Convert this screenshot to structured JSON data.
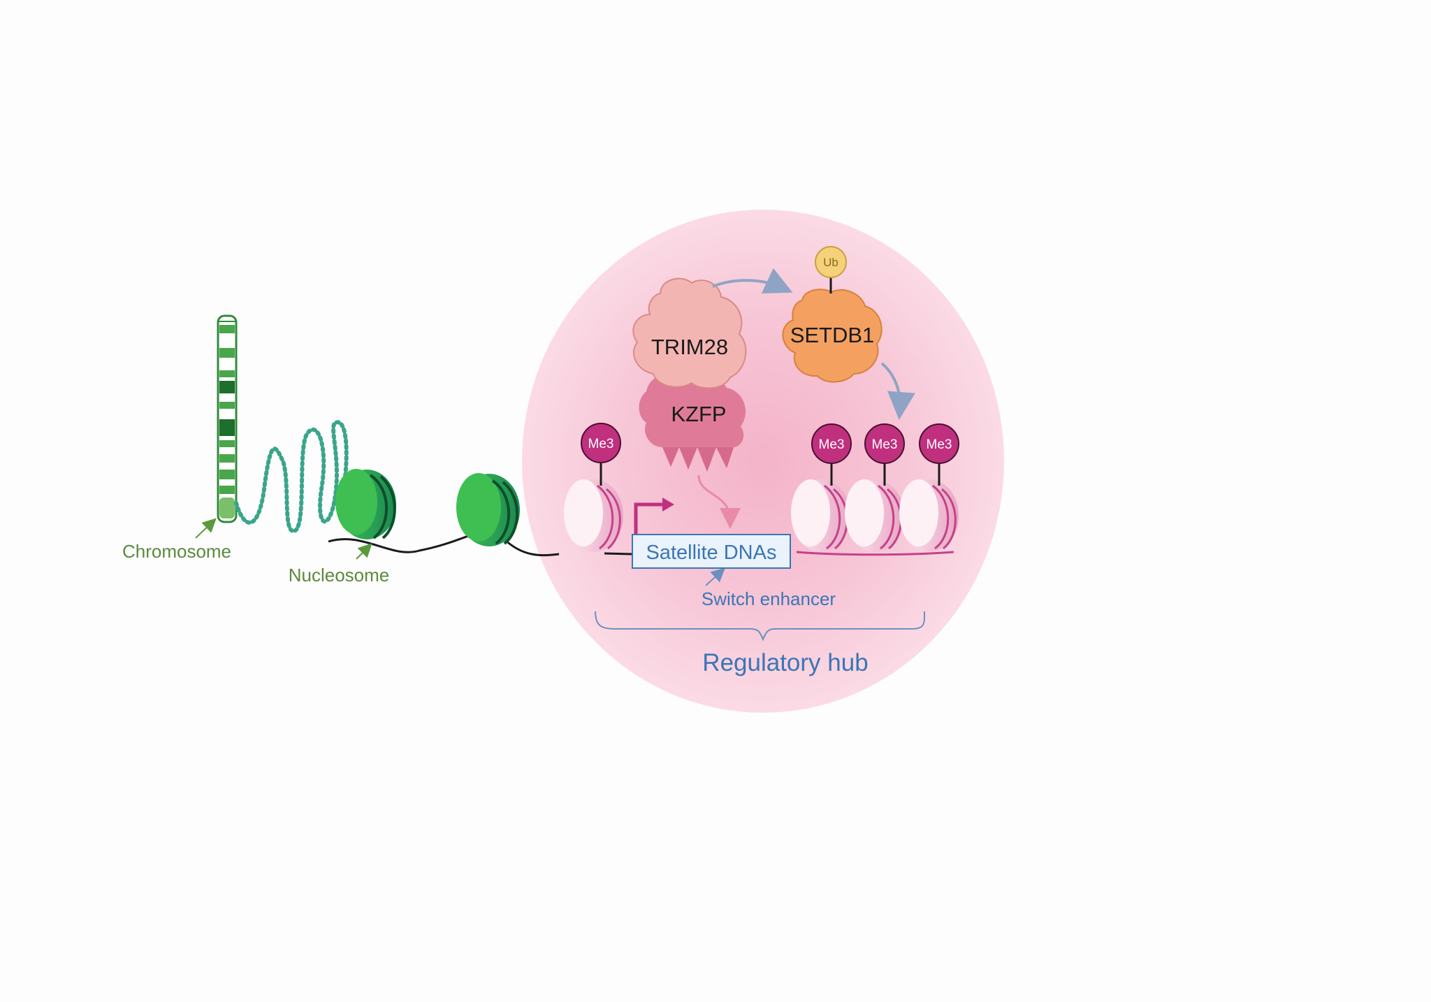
{
  "labels": {
    "chromosome": "Chromosome",
    "nucleosome": "Nucleosome",
    "trim28": "TRIM28",
    "kzfp": "KZFP",
    "setdb1": "SETDB1",
    "ub": "Ub",
    "me3": "Me3",
    "satellite_dnas": "Satellite DNAs",
    "switch_enhancer": "Switch enhancer",
    "regulatory_hub": "Regulatory hub"
  },
  "colors": {
    "chromosome_green": "#2e8b3a",
    "nucleosome_green": "#1f9a55",
    "hub_pink": "#f7c9d8",
    "me3_magenta": "#c0307f",
    "trim28_salmon": "#f3b3b0",
    "kzfp_pink": "#e07a98",
    "setdb1_orange": "#f4a25e",
    "label_blue": "#3a76b5",
    "label_green": "#5a8a3c"
  }
}
